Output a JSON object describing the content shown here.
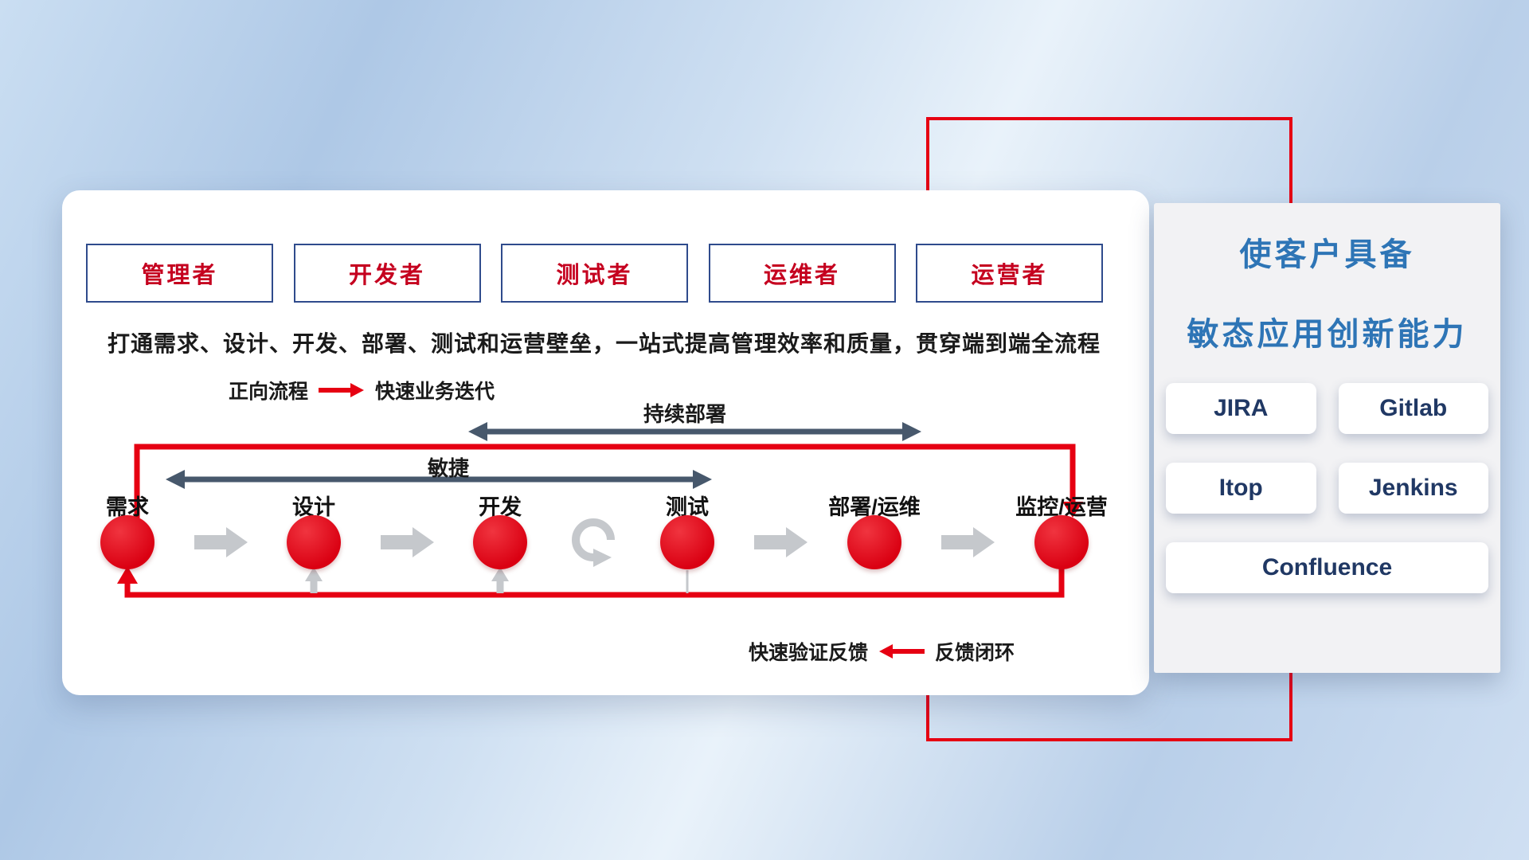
{
  "colors": {
    "accent_red": "#E60012",
    "arrow_dark": "#47586C",
    "arrow_gray": "#C5C8CC",
    "title_blue": "#2E75B6",
    "tool_text": "#203864",
    "role_text": "#C5001F",
    "role_border": "#2F4B8C"
  },
  "roles": [
    "管理者",
    "开发者",
    "测试者",
    "运维者",
    "运营者"
  ],
  "description": "打通需求、设计、开发、部署、测试和运营壁垒，一站式提高管理效率和质量，贯穿端到端全流程",
  "forward_legend": {
    "label": "正向流程",
    "caption": "快速业务迭代"
  },
  "span_arrows": {
    "continuous_deployment": "持续部署",
    "agile": "敏捷"
  },
  "nodes": [
    "需求",
    "设计",
    "开发",
    "测试",
    "部署/运维",
    "监控/运营"
  ],
  "feedback_legend": {
    "caption": "快速验证反馈",
    "label": "反馈闭环"
  },
  "side_panel": {
    "title_line1": "使客户具备",
    "title_line2": "敏态应用创新能力",
    "tools": [
      "JIRA",
      "Gitlab",
      "Itop",
      "Jenkins",
      "Confluence"
    ]
  }
}
